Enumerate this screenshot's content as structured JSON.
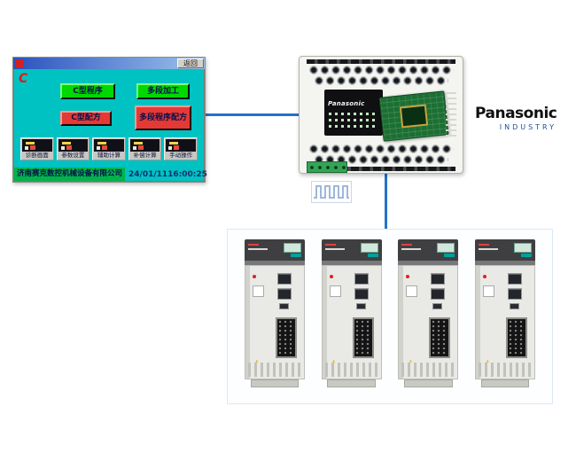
{
  "hmi": {
    "back_button": "返回",
    "logo_letter": "C",
    "buttons": {
      "c_program": "C型程序",
      "multi_machining": "多段加工",
      "c_recipe": "C型配方",
      "multi_recipe": "多段程序配方"
    },
    "toolbar": [
      {
        "label": "诊断画面",
        "icon": "diagnostic-screen-icon"
      },
      {
        "label": "参数设置",
        "icon": "parameter-settings-icon"
      },
      {
        "label": "辅助计算",
        "icon": "auxiliary-calc-icon"
      },
      {
        "label": "补偿计算",
        "icon": "compensation-calc-icon"
      },
      {
        "label": "手动操作",
        "icon": "manual-operation-icon"
      }
    ],
    "status": {
      "company": "济南赛克数控机械设备有限公司",
      "datetime": "24/01/1116:00:25"
    }
  },
  "plc": {
    "brand": "Panasonic"
  },
  "brand": {
    "name": "Panasonic",
    "subtitle": "INDUSTRY"
  },
  "servo_group": {
    "count": 4
  },
  "colors": {
    "connector_line": "#2273C8",
    "hmi_screen": "#00C2C2",
    "button_green": "#00D800",
    "button_red": "#E53935",
    "brand_blue": "#1B4FA0"
  }
}
